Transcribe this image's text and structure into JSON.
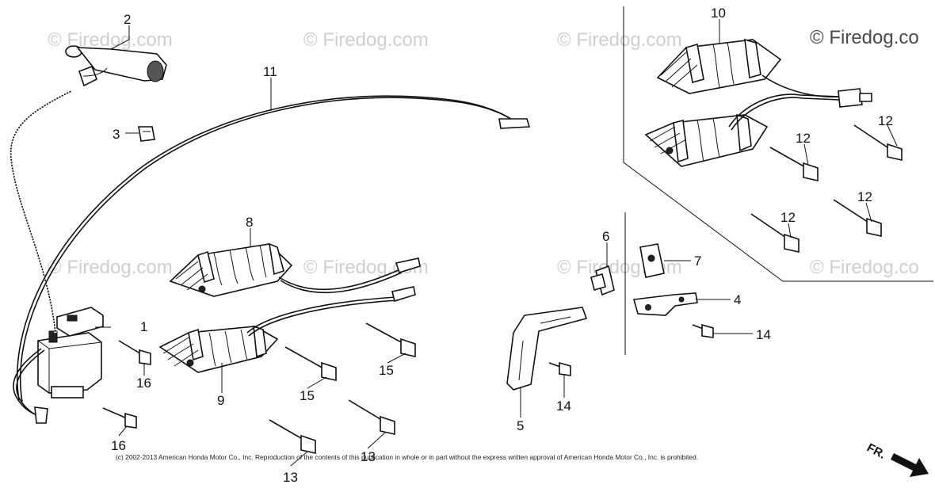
{
  "watermarks": [
    "© Firedog.com",
    "© Firedog.com",
    "© Firedog.com",
    "© Firedog.co",
    "© Firedog.com",
    "© Firedog.com",
    "© Firedog.com",
    "© Firedog.co"
  ],
  "callouts": [
    "1",
    "2",
    "3",
    "4",
    "5",
    "6",
    "7",
    "8",
    "9",
    "10",
    "11",
    "12",
    "12",
    "12",
    "12",
    "13",
    "13",
    "14",
    "14",
    "15",
    "15",
    "16",
    "16"
  ],
  "copyright": "(c) 2002-2013 American Honda Motor Co., Inc. Reproduction of the contents of this publication in whole or in part without the express written approval of American Honda Motor Co., Inc. is prohibited.",
  "direction_label": "FR."
}
